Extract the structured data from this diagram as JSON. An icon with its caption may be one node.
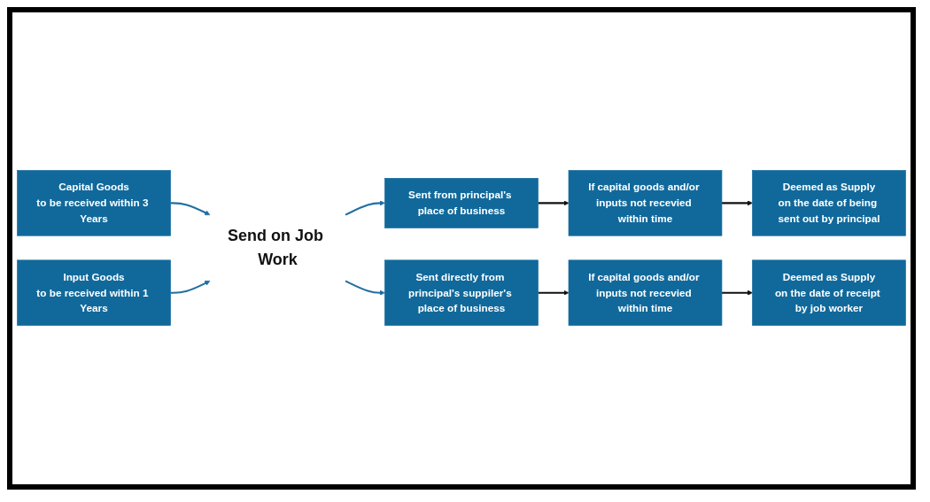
{
  "diagram": {
    "nodes": [
      {
        "text": [
          "Capital Goods",
          "to be received within 3 Years"
        ]
      },
      {
        "text": [
          "Input Goods",
          "to be received within 1 Years"
        ]
      },
      {
        "text": [
          "Send on Job Work"
        ]
      },
      {
        "text": [
          "Sent from principal's place of business"
        ]
      },
      {
        "text": [
          "If capital goods and/or inputs not recevied within time"
        ]
      },
      {
        "text": [
          "Deemed as Supply",
          "on the date of being sent out by principal"
        ]
      },
      {
        "text": [
          "Sent directly from principal's suppiler's place of business"
        ]
      },
      {
        "text": [
          "If capital goods and/or inputs not recevied within time"
        ]
      },
      {
        "text": [
          "Deemed as Supply",
          "on the date of receipt by job worker"
        ]
      }
    ],
    "edges": [
      {
        "from": 0,
        "to": 2,
        "arrow": "to",
        "color": "#1f6fa3"
      },
      {
        "from": 1,
        "to": 2,
        "arrow": "to",
        "color": "#1f6fa3"
      },
      {
        "from": 2,
        "to": 3,
        "arrow": "to",
        "color": "#1f6fa3"
      },
      {
        "from": 2,
        "to": 6,
        "arrow": "to",
        "color": "#1f6fa3"
      },
      {
        "from": 3,
        "to": 4,
        "arrow": "to",
        "color": "#111111"
      },
      {
        "from": 4,
        "to": 5,
        "arrow": "to",
        "color": "#111111"
      },
      {
        "from": 6,
        "to": 7,
        "arrow": "to",
        "color": "#111111"
      },
      {
        "from": 7,
        "to": 8,
        "arrow": "to",
        "color": "#111111"
      }
    ]
  }
}
